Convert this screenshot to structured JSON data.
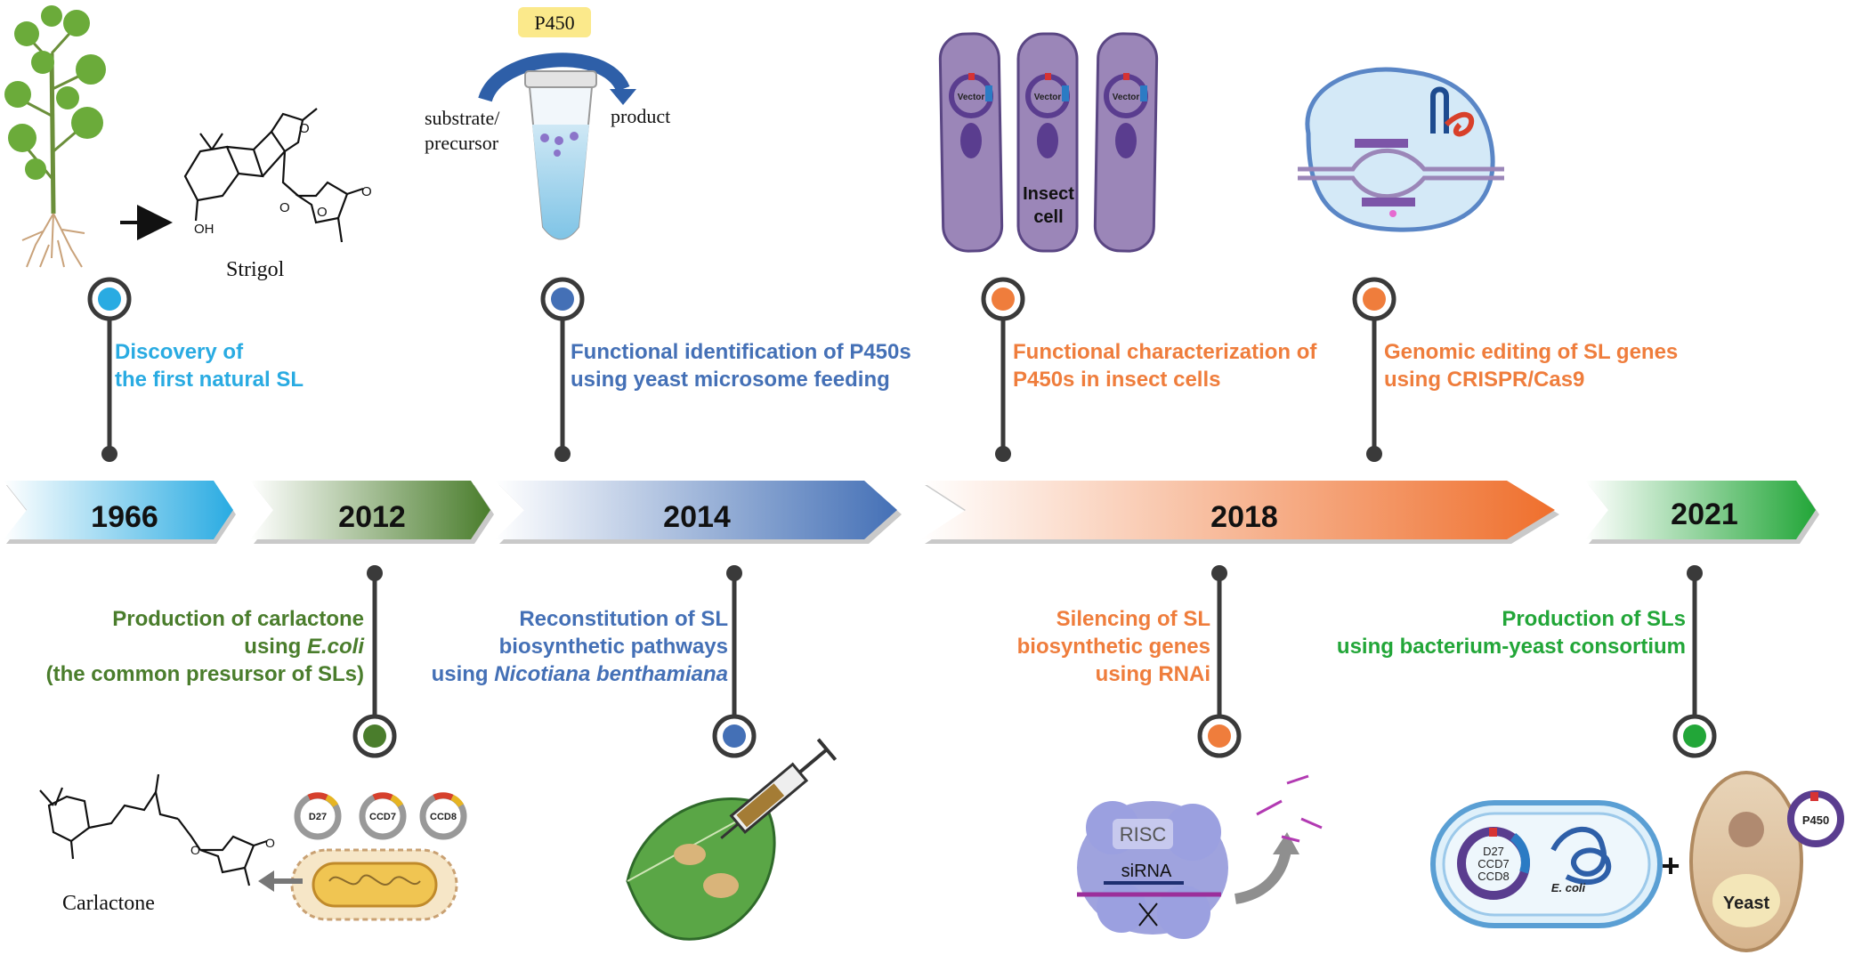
{
  "years": [
    "1966",
    "2012",
    "2014",
    "2018",
    "2021"
  ],
  "colors": {
    "blue_light": "#29abe2",
    "green_dark": "#4a7d2c",
    "blue_mid": "#4470b6",
    "orange": "#ef7d3c",
    "green_bright": "#22a638"
  },
  "events_top": [
    {
      "lines": [
        "Discovery of",
        "the first natural SL"
      ]
    },
    {
      "lines": [
        "Functional identification of P450s",
        "using yeast microsome feeding"
      ]
    },
    {
      "lines": [
        "Functional characterization of",
        "P450s in insect cells"
      ]
    },
    {
      "lines": [
        "Genomic editing of SL genes",
        "using CRISPR/Cas9"
      ]
    }
  ],
  "events_bottom": [
    {
      "line1": "Production of carlactone",
      "line2_pre": "using ",
      "line2_it": "E.coli",
      "line3": "(the common presursor of SLs)"
    },
    {
      "line1": "Reconstitution of SL",
      "line2": "biosynthetic pathways",
      "line3_pre": "using ",
      "line3_it": "Nicotiana benthamiana"
    },
    {
      "lines": [
        "Silencing of SL",
        "biosynthetic genes",
        "using RNAi"
      ]
    },
    {
      "lines": [
        "Production of SLs",
        "using bacterium-yeast consortium"
      ]
    }
  ],
  "illustrations": {
    "strigol_label": "Strigol",
    "oh_label": "OH",
    "o_label": "O",
    "p450_tag": "P450",
    "substrate_line1": "substrate/",
    "substrate_line2": "precursor",
    "product_label": "product",
    "vector_label": "Vector",
    "insect_cell_line1": "Insect",
    "insect_cell_line2": "cell",
    "carlactone_label": "Carlactone",
    "plasmids": [
      "D27",
      "CCD7",
      "CCD8"
    ],
    "risc_label": "RISC",
    "sirna_label": "siRNA",
    "ecoli_plasmid_lines": [
      "D27",
      "CCD7",
      "CCD8"
    ],
    "ecoli_label": "E. coli",
    "plus_sign": "+",
    "yeast_label": "Yeast",
    "yeast_plasmid_label": "P450"
  }
}
